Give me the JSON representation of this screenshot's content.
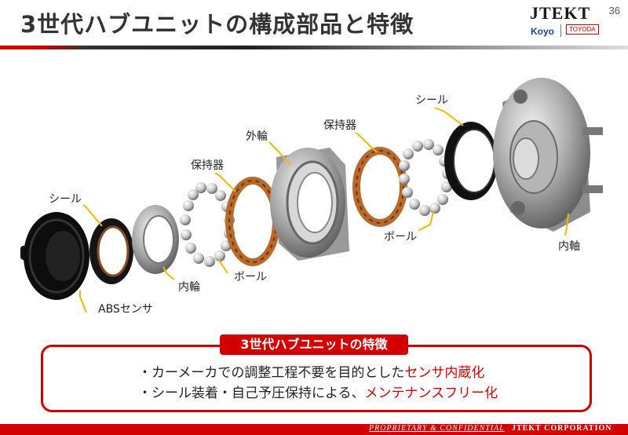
{
  "header": {
    "title": "3世代ハブユニットの構成部品と特徴",
    "page_number": "36",
    "logo_main": "JTEKT",
    "logo_koyo": "Koyo",
    "logo_toyoda": "TOYODA"
  },
  "parts": {
    "seal_left": "シール",
    "abs_sensor": "ABSセンサ",
    "inner_ring": "内輪",
    "cage_left": "保持器",
    "ball_left": "ボール",
    "outer_ring": "外輪",
    "cage_right": "保持器",
    "ball_right": "ボール",
    "seal_right": "シール",
    "inner_shaft": "内軸"
  },
  "features": {
    "title": "3世代ハブユニットの特徴",
    "bullet1_prefix": "・カーメーカでの調整工程不要を目的とした",
    "bullet1_highlight": "センサ内蔵化",
    "bullet2_prefix": "・シール装着・自己予圧保持による、",
    "bullet2_highlight": "メンテナンスフリー化"
  },
  "footer": {
    "confidential": "PROPRIETARY & CONFIDENTIAL",
    "corporation": "JTEKT  CORPORATION"
  },
  "colors": {
    "accent": "#d40000",
    "leader": "#f2b705",
    "bronze": "#b86a2a"
  }
}
